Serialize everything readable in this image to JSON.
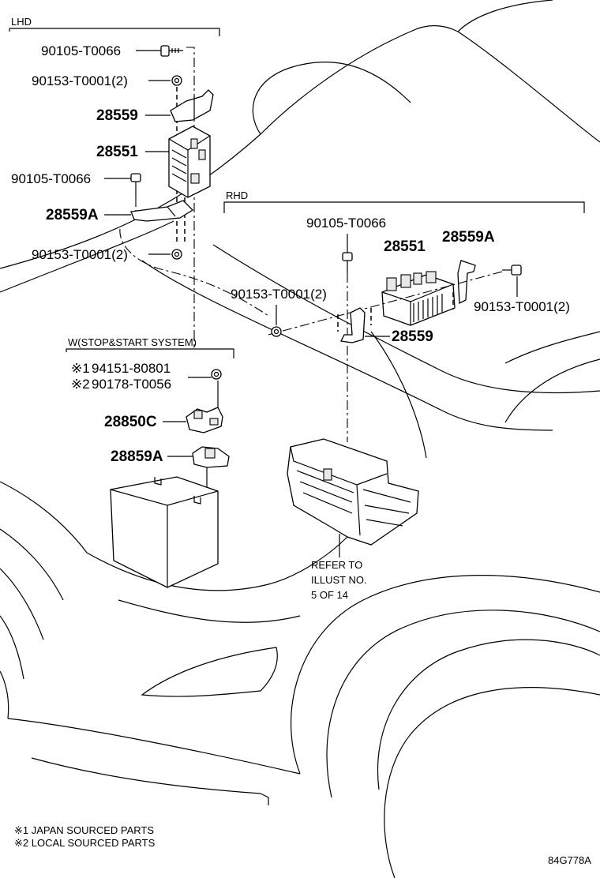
{
  "lhd": {
    "label": "LHD",
    "parts": [
      "90105-T0066",
      "90153-T0001(2)",
      "28559",
      "28551",
      "90105-T0066",
      "28559A",
      "90153-T0001(2)"
    ]
  },
  "rhd": {
    "label": "RHD",
    "parts": [
      "90105-T0066",
      "28551",
      "28559A",
      "90153-T0001(2)",
      "90153-T0001(2)",
      "28559"
    ]
  },
  "stopstart": {
    "label": "W(STOP&START SYSTEM)",
    "mark1": "※1",
    "mark2": "※2",
    "part1": "94151-80801",
    "part2": "90178-T0056",
    "part3": "28850C",
    "part4": "28859A"
  },
  "refer": {
    "line1": "REFER TO",
    "line2": "ILLUST NO.",
    "line3": "5 OF 14"
  },
  "footnotes": {
    "note1": "※1 JAPAN SOURCED PARTS",
    "note2": "※2 LOCAL SOURCED PARTS"
  },
  "diagram_code": "84G778A"
}
